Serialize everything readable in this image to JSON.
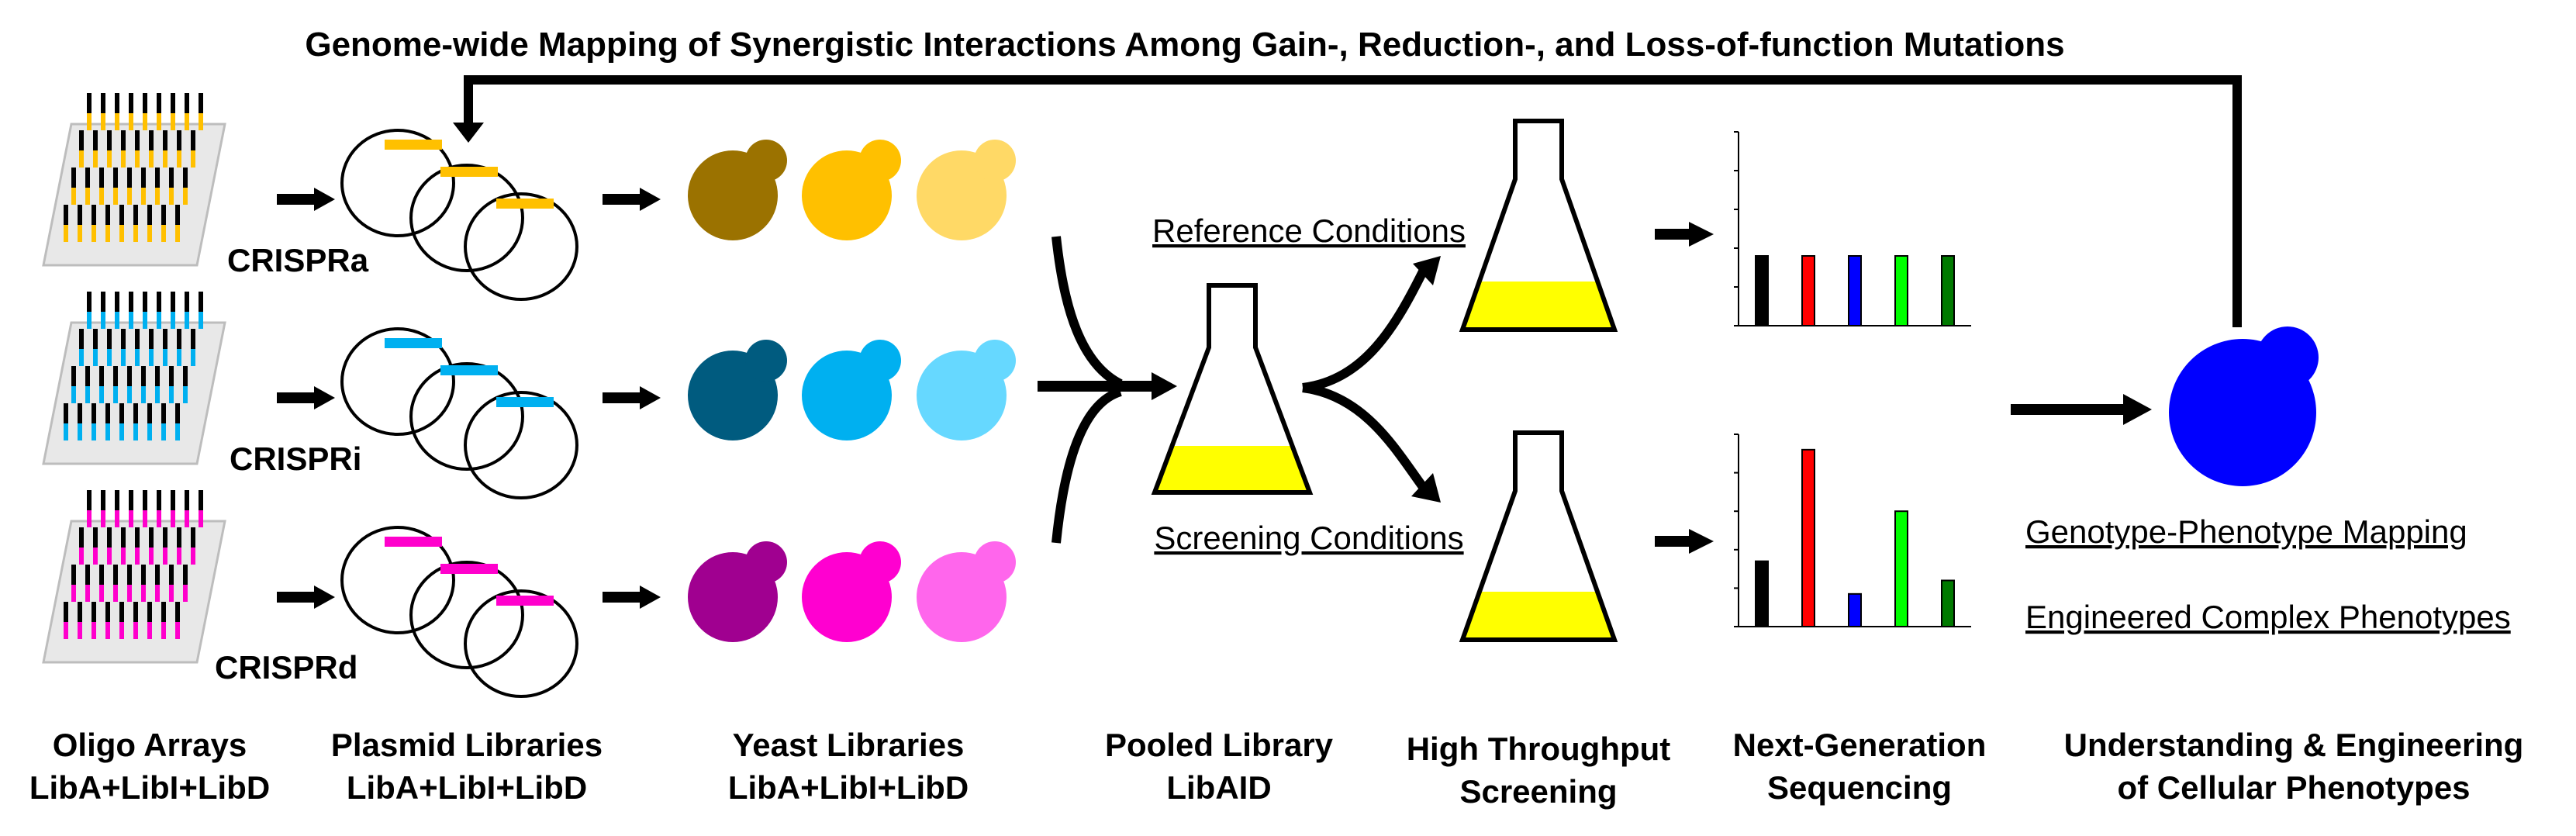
{
  "title": "Genome-wide Mapping of Synergistic Interactions Among Gain-, Reduction-, and Loss-of-function Mutations",
  "rows": [
    {
      "label": "CRISPRa",
      "color_light": "#ffd966",
      "color_mid": "#ffc000",
      "color_dark": "#9b7200",
      "tag_color": "#ffc000"
    },
    {
      "label": "CRISPRi",
      "color_light": "#66d8ff",
      "color_mid": "#00b0f0",
      "color_dark": "#005b7f",
      "tag_color": "#00b0f0"
    },
    {
      "label": "CRISPRd",
      "color_light": "#ff66ec",
      "color_mid": "#ff00d0",
      "color_dark": "#a00090",
      "tag_color": "#ff00cc"
    }
  ],
  "conditions": {
    "reference": "Reference Conditions",
    "screening": "Screening Conditions"
  },
  "outcomes": {
    "mapping": "Genotype-Phenotype Mapping",
    "engineered": "Engineered Complex Phenotypes"
  },
  "stages": [
    {
      "line1": "Oligo Arrays",
      "line2": "LibA+LibI+LibD"
    },
    {
      "line1": "Plasmid Libraries",
      "line2": "LibA+LibI+LibD"
    },
    {
      "line1": "Yeast Libraries",
      "line2": "LibA+LibI+LibD"
    },
    {
      "line1": "Pooled Library",
      "line2": "LibAID"
    },
    {
      "line1": "High Throughput",
      "line2": "Screening"
    },
    {
      "line1": "Next-Generation",
      "line2": "Sequencing"
    },
    {
      "line1": "Understanding & Engineering",
      "line2": "of Cellular Phenotypes"
    }
  ],
  "colors": {
    "media": "#ffff00",
    "final_cell": "#0000ff",
    "bars": [
      "#000000",
      "#ff0000",
      "#0000ff",
      "#00ff00",
      "#007a00"
    ]
  },
  "charts": [
    {
      "name": "reference",
      "values": [
        0.36,
        0.36,
        0.36,
        0.36,
        0.36
      ]
    },
    {
      "name": "screening",
      "values": [
        0.34,
        0.92,
        0.17,
        0.6,
        0.24
      ]
    }
  ]
}
